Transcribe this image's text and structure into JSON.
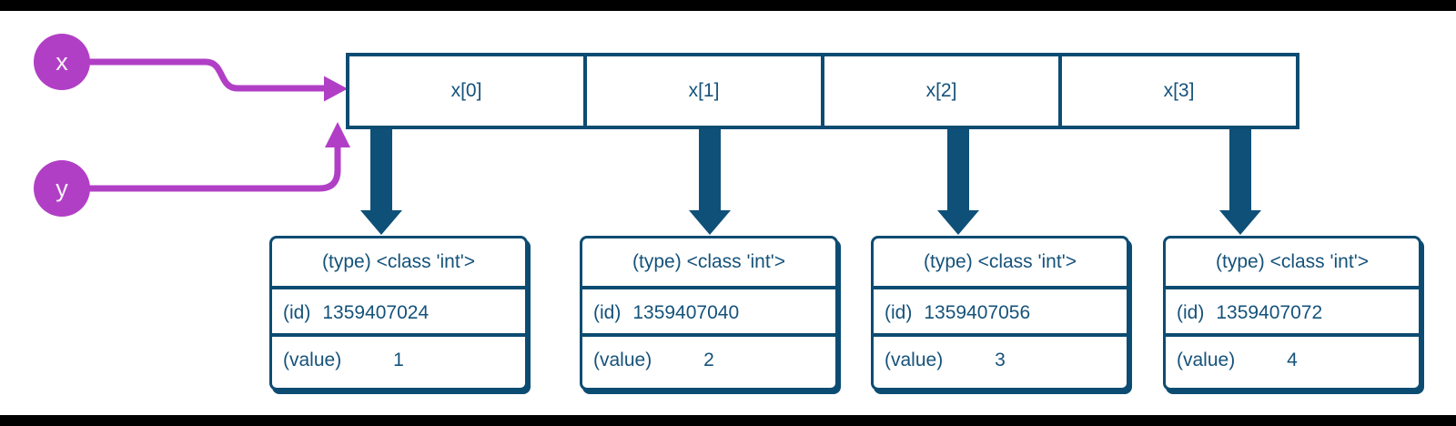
{
  "colors": {
    "magenta": "#b13fc6",
    "blue-border": "#0d4c72",
    "blue-arrow": "#0f5078",
    "blue-text": "#15527a",
    "background": "#ffffff",
    "letterbox": "#000000"
  },
  "variables": [
    {
      "name": "x"
    },
    {
      "name": "y"
    }
  ],
  "array": {
    "cells": [
      {
        "label": "x[0]"
      },
      {
        "label": "x[1]"
      },
      {
        "label": "x[2]"
      },
      {
        "label": "x[3]"
      }
    ]
  },
  "objects": [
    {
      "type_label": "(type)",
      "type_value": "<class 'int'>",
      "id_label": "(id)",
      "id_value": "1359407024",
      "value_label": "(value)",
      "value": "1"
    },
    {
      "type_label": "(type)",
      "type_value": "<class 'int'>",
      "id_label": "(id)",
      "id_value": "1359407040",
      "value_label": "(value)",
      "value": "2"
    },
    {
      "type_label": "(type)",
      "type_value": "<class 'int'>",
      "id_label": "(id)",
      "id_value": "1359407056",
      "value_label": "(value)",
      "value": "3"
    },
    {
      "type_label": "(type)",
      "type_value": "<class 'int'>",
      "id_label": "(id)",
      "id_value": "1359407072",
      "value_label": "(value)",
      "value": "4"
    }
  ]
}
